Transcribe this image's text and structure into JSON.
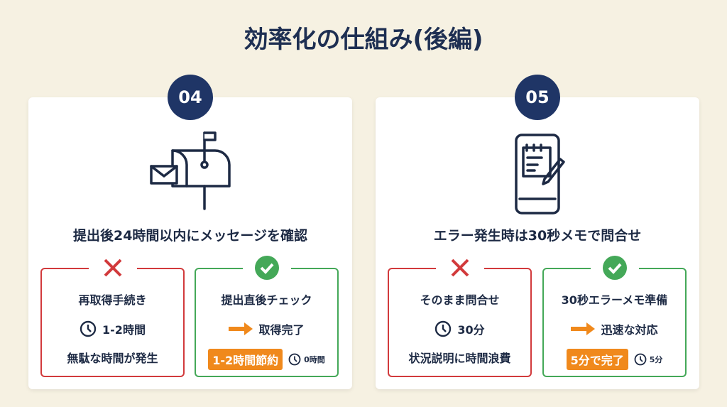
{
  "title": "効率化の仕組み(後編)",
  "colors": {
    "navy": "#1f3566",
    "red": "#d23a3c",
    "green": "#44a858",
    "orange": "#f0891c"
  },
  "cards": [
    {
      "number": "04",
      "icon": "mailbox-icon",
      "subtitle": "提出後24時間以内にメッセージを確認",
      "bad": {
        "title": "再取得手続き",
        "time": "1-2時間",
        "note": "無駄な時間が発生"
      },
      "good": {
        "title": "提出直後チェック",
        "result": "取得完了",
        "badge": "1-2時間節約",
        "time": "0時間"
      }
    },
    {
      "number": "05",
      "icon": "smartphone-memo-icon",
      "subtitle": "エラー発生時は30秒メモで問合せ",
      "bad": {
        "title": "そのまま問合せ",
        "time": "30分",
        "note": "状況説明に時間浪費"
      },
      "good": {
        "title": "30秒エラーメモ準備",
        "result": "迅速な対応",
        "badge": "5分で完了",
        "time": "5分"
      }
    }
  ]
}
